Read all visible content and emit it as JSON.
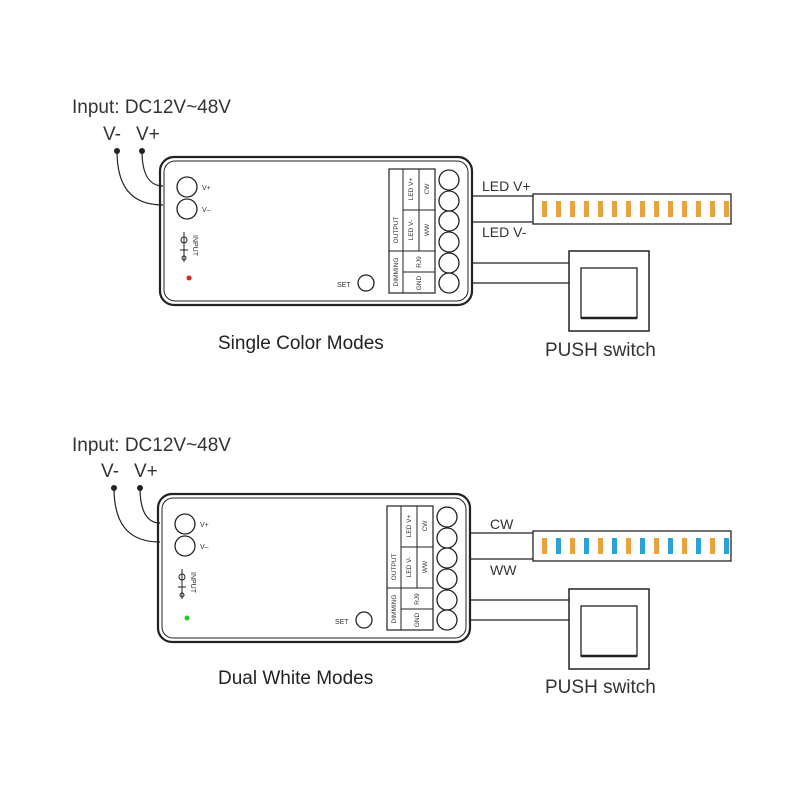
{
  "panels": [
    {
      "input_label": "Input: DC12V~48V",
      "vminus": "V-",
      "vplus": "V+",
      "term_vplus": "V+",
      "term_vminus": "V–",
      "input_text": "INPUT",
      "output_text": "OUTPUT",
      "dimming_text": "DIMMING",
      "row1": "LED V+",
      "row1b": "CW",
      "row2": "LED V-",
      "row2b": "WW",
      "row3": "RJ9",
      "row4": "GND",
      "set_label": "SET",
      "wire_top": "LED V+",
      "wire_bottom": "LED V-",
      "push_label": "PUSH switch",
      "caption": "Single Color Modes",
      "led_color": "#22cc22",
      "strip_pattern": [
        "#e8a33d"
      ],
      "indicator_color": "#e02020"
    },
    {
      "input_label": "Input: DC12V~48V",
      "vminus": "V-",
      "vplus": "V+",
      "term_vplus": "V+",
      "term_vminus": "V–",
      "input_text": "INPUT",
      "output_text": "OUTPUT",
      "dimming_text": "DIMMING",
      "row1": "LED V+",
      "row1b": "CW",
      "row2": "LED V-",
      "row2b": "WW",
      "row3": "RJ9",
      "row4": "GND",
      "set_label": "SET",
      "wire_top": "CW",
      "wire_bottom": "WW",
      "push_label": "PUSH switch",
      "caption": "Dual White Modes",
      "led_color": "#22cc22",
      "strip_pattern": [
        "#e8a33d",
        "#2aa3d6"
      ],
      "indicator_color": "#22cc22"
    }
  ]
}
